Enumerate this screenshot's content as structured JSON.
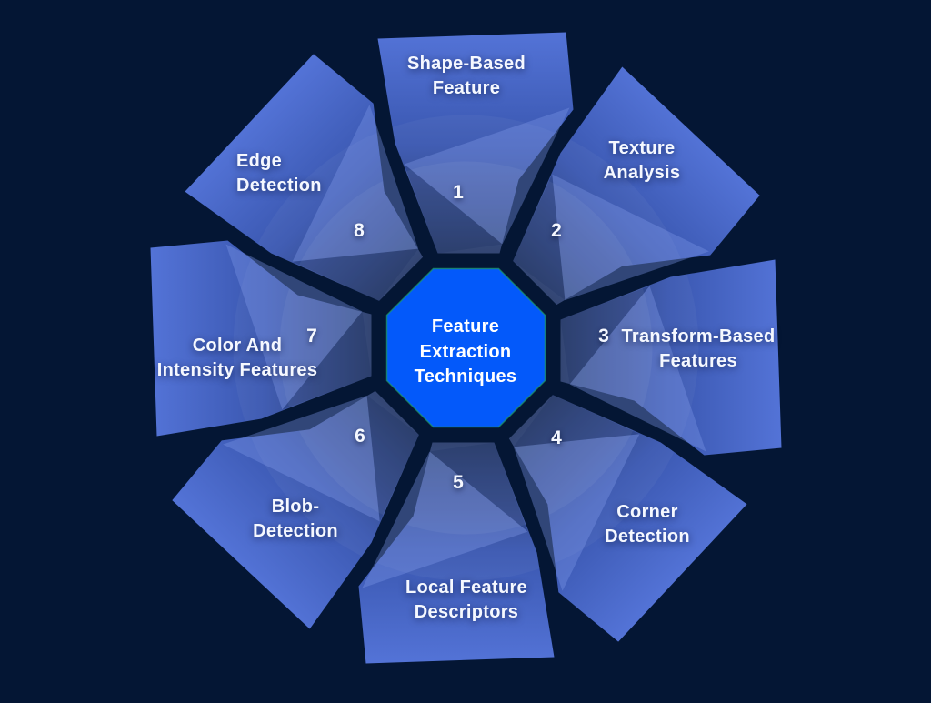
{
  "colors": {
    "background": "#041634",
    "petal_outer": "#5474d8",
    "petal_mid": "#3a57b0",
    "petal_inner": "#1e3261",
    "petal_highlight": "#7b97e8",
    "petal_shadow": "#0a1f55",
    "octagon_fill": "#0359fa",
    "octagon_stroke": "#1e9e6a",
    "text": "#f5f8ff"
  },
  "center": {
    "lines": [
      "Feature",
      "Extraction",
      "Techniques"
    ]
  },
  "petals": [
    {
      "number": "1",
      "lines": [
        "Shape-Based",
        "Feature"
      ]
    },
    {
      "number": "2",
      "lines": [
        "Texture",
        "Analysis"
      ]
    },
    {
      "number": "3",
      "lines": [
        "Transform-Based",
        "Features"
      ]
    },
    {
      "number": "4",
      "lines": [
        "Corner",
        "Detection"
      ]
    },
    {
      "number": "5",
      "lines": [
        "Local Feature",
        "Descriptors"
      ]
    },
    {
      "number": "6",
      "lines": [
        "Blob-",
        "Detection"
      ]
    },
    {
      "number": "7",
      "lines": [
        "Color And",
        "Intensity Features"
      ]
    },
    {
      "number": "8",
      "lines": [
        "Edge",
        "Detection"
      ]
    }
  ]
}
